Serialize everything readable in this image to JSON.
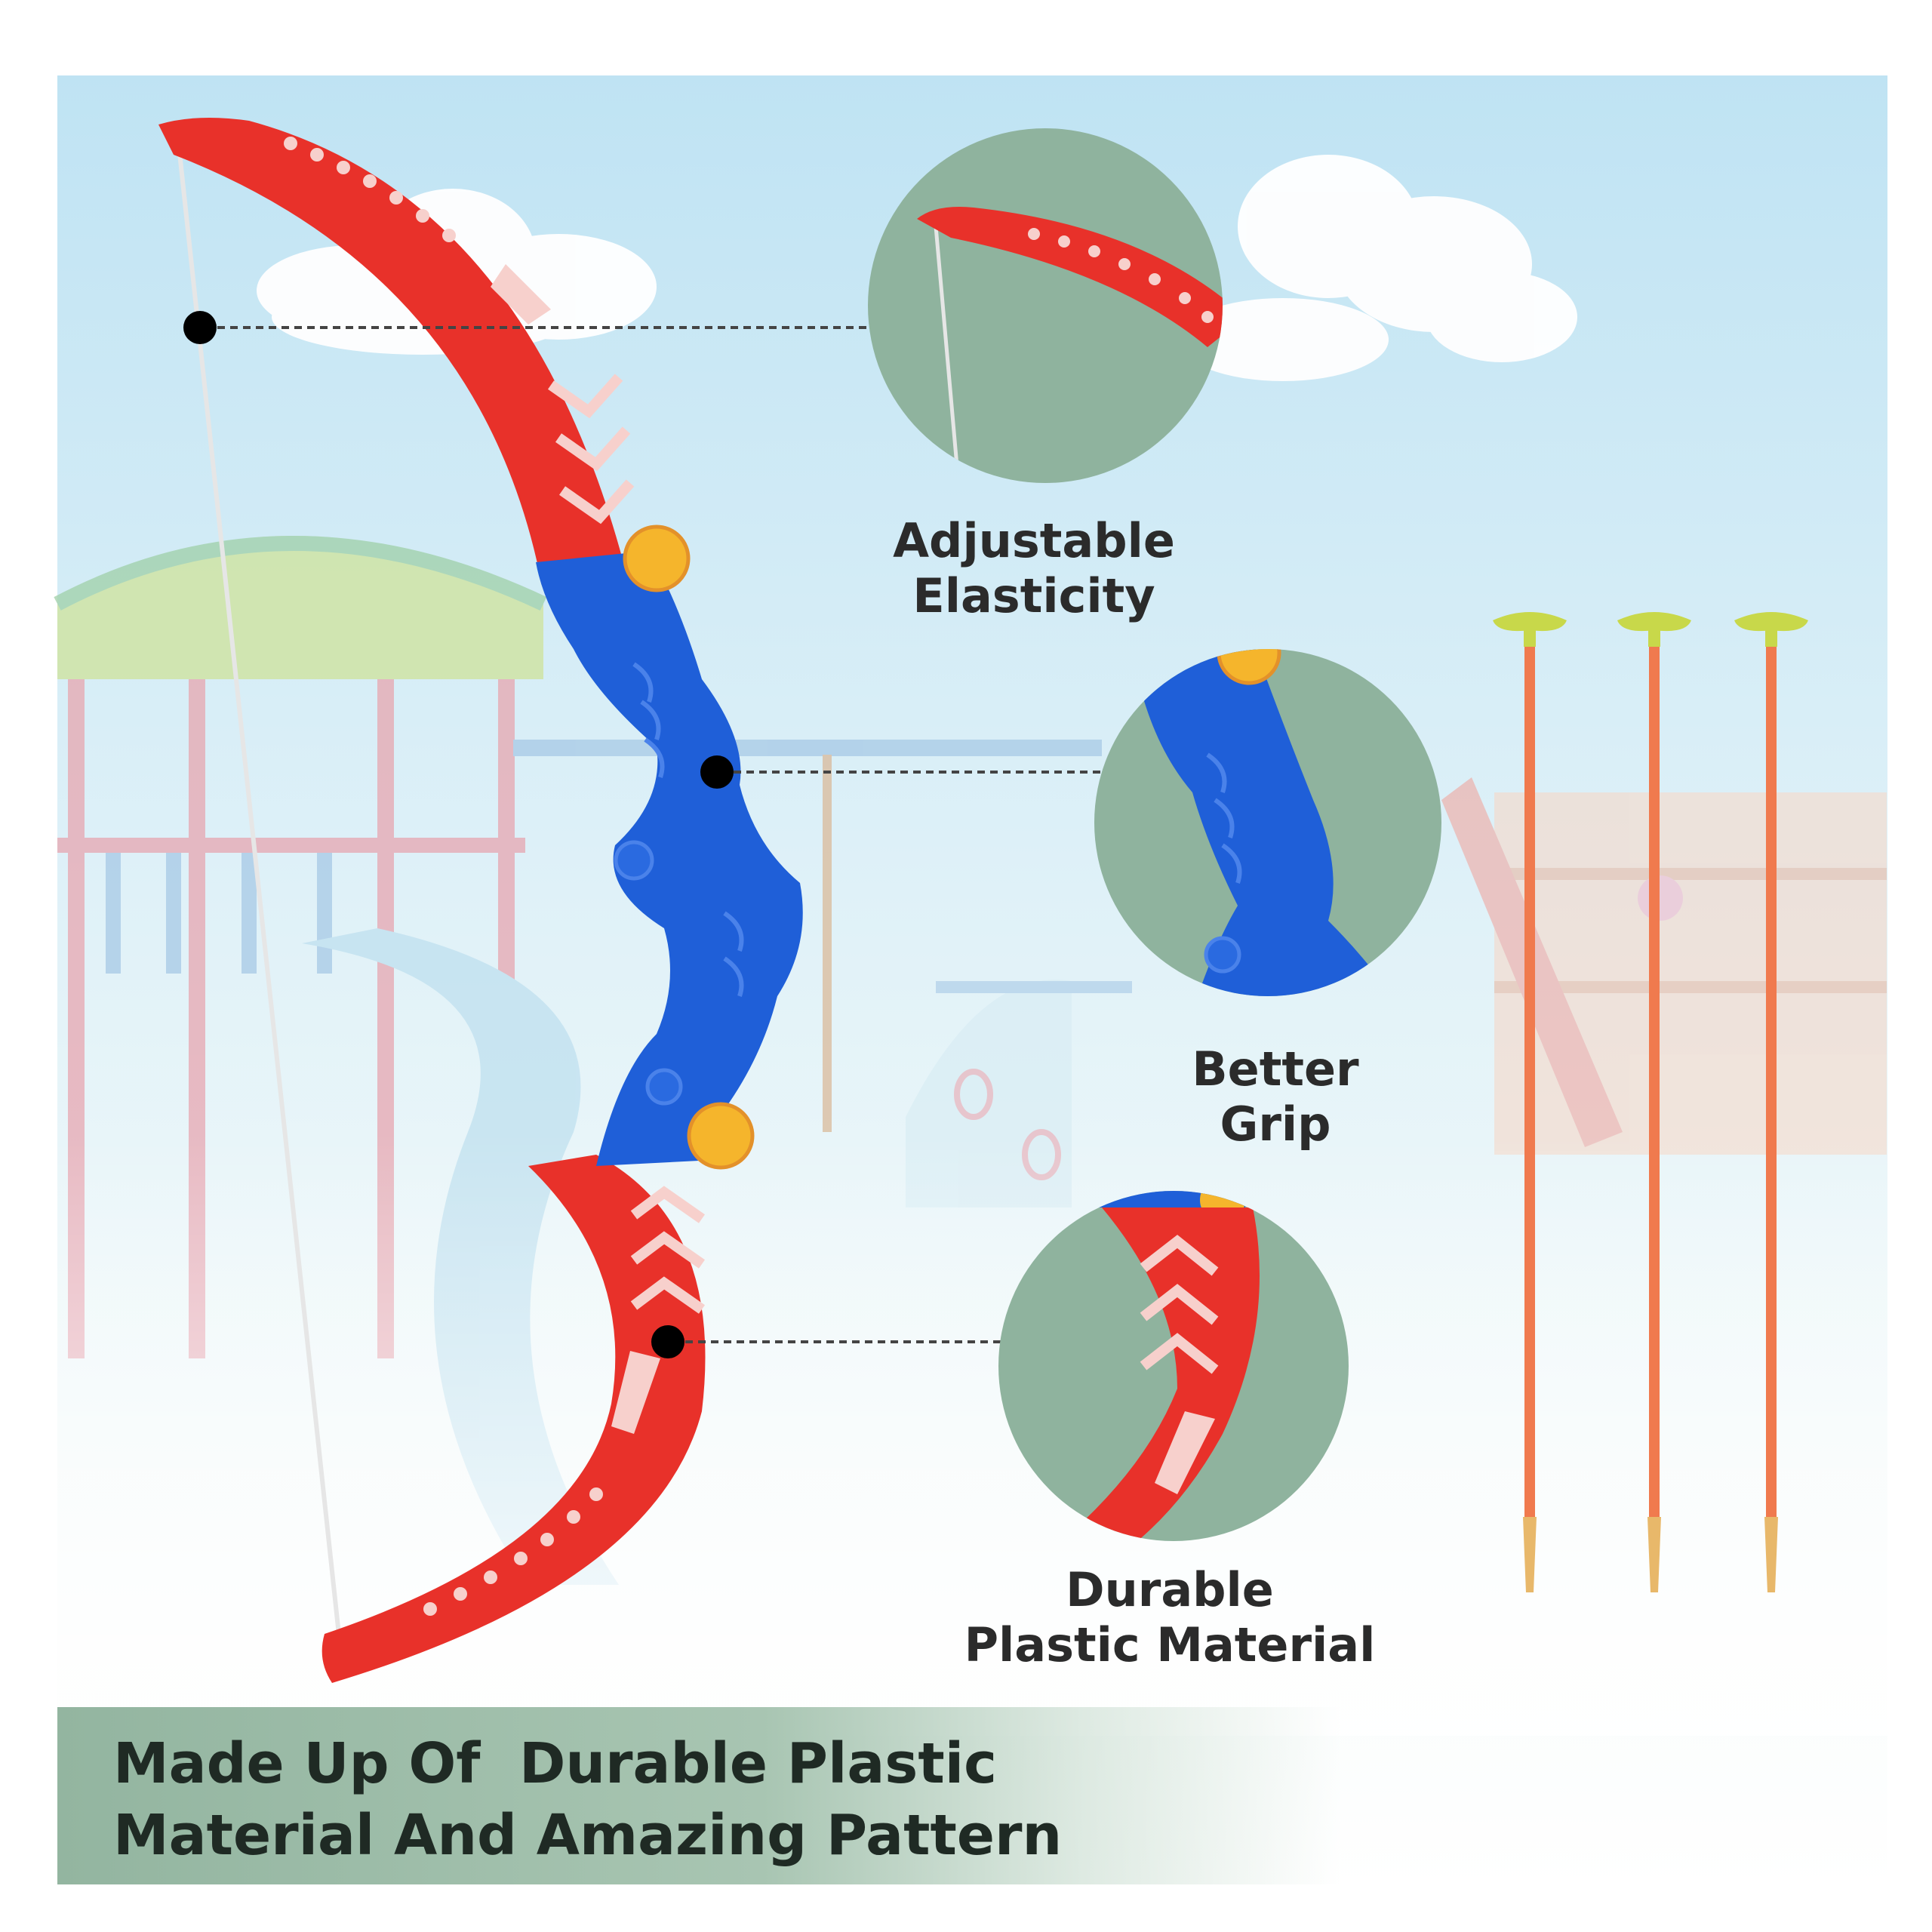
{
  "callouts": [
    {
      "line1": "Adjustable",
      "line2": "Elasticity"
    },
    {
      "line1": "Better",
      "line2": "Grip"
    },
    {
      "line1": "Durable",
      "line2": "Plastic Material"
    }
  ],
  "banner": {
    "line1": "Made Up Of  Durable Plastic",
    "line2": "Material And Amazing Pattern"
  },
  "colors": {
    "bow_red": "#e8312a",
    "grip_blue": "#1f5fd8",
    "accent_yellow": "#f5b52c",
    "circle_green": "#8fb39e",
    "arrow_orange": "#f07a4e",
    "suction_green": "#c8d84a"
  }
}
